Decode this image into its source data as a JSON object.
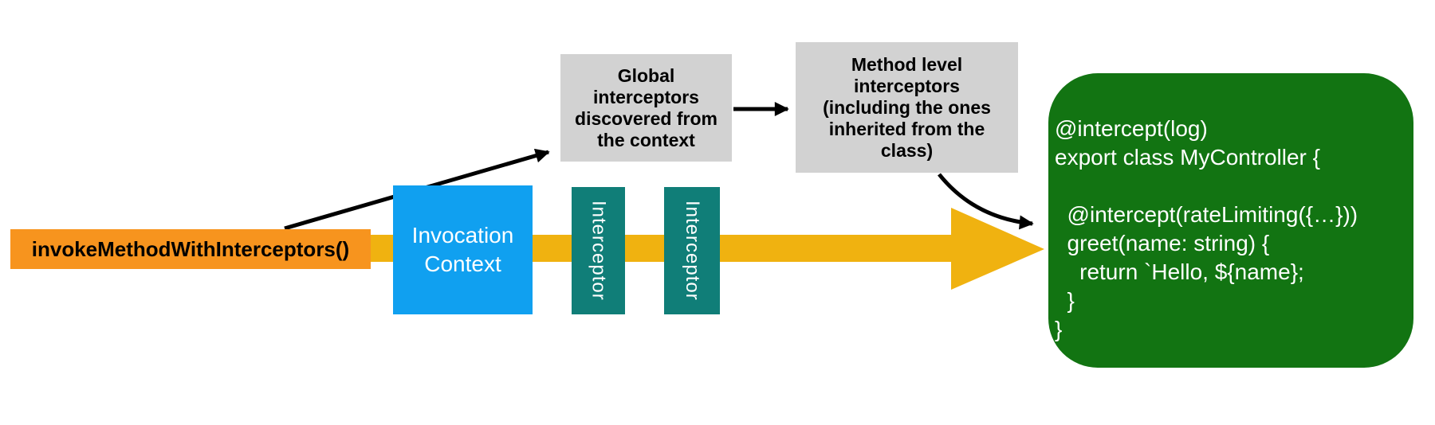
{
  "colors": {
    "invoke-bg": "#F7941E",
    "context-bg": "#10A0F0",
    "interceptor-bg": "#107E78",
    "note-bg": "#D2D2D2",
    "code-bg": "#127412",
    "flow-arrow": "#F0B210",
    "connector": "#000000"
  },
  "diagram": {
    "invoke": {
      "label": "invokeMethodWithInterceptors()"
    },
    "invocation_context": {
      "label": "Invocation Context"
    },
    "interceptors": [
      {
        "label": "Interceptor"
      },
      {
        "label": "Interceptor"
      }
    ],
    "global_note": {
      "label": "Global\ninterceptors\ndiscovered from\nthe context"
    },
    "method_note": {
      "label": "Method level\ninterceptors\n(including the ones\ninherited from the\nclass)"
    },
    "code_block": {
      "code": "@intercept(log)\nexport class MyController {\n\n  @intercept(rateLimiting({…}))\n  greet(name: string) {\n    return `Hello, ${name};\n  }\n}"
    }
  }
}
